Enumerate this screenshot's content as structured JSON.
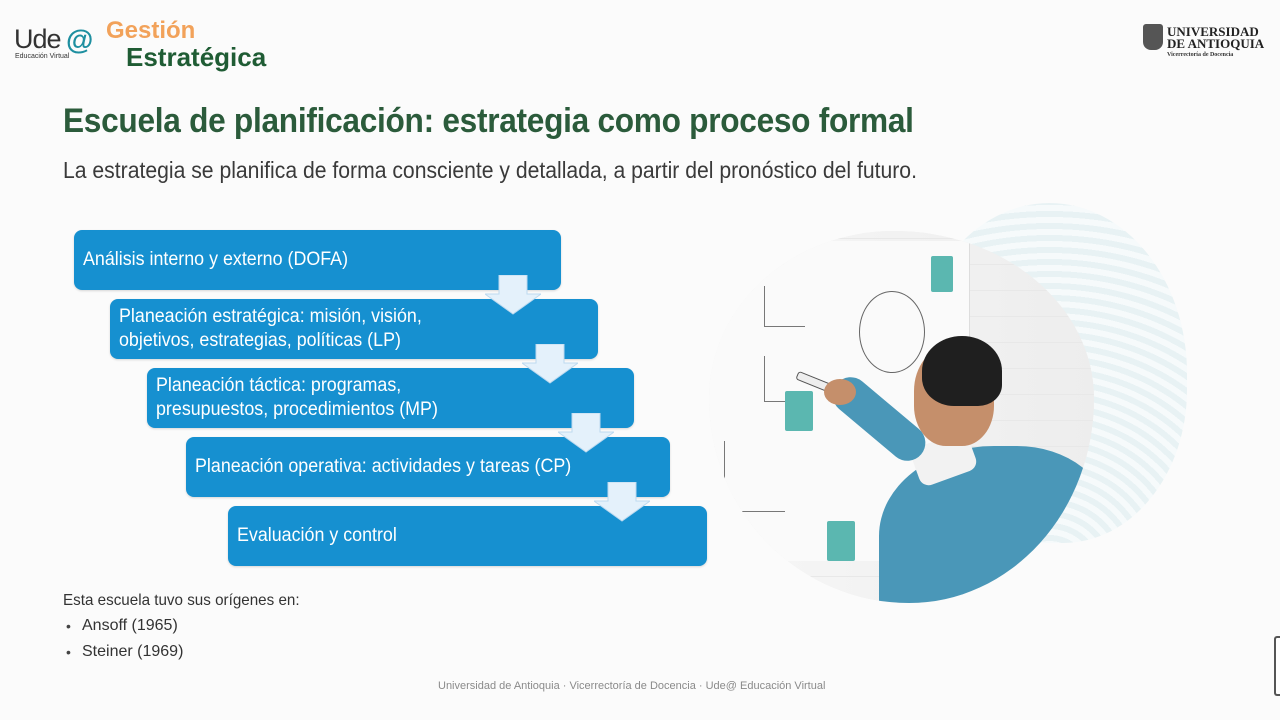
{
  "header": {
    "udea_logo": {
      "main": "Ude",
      "at": "@",
      "tagline": "Educación Virtual"
    },
    "course_logo": {
      "line1": "Gestión",
      "line2": "Estratégica"
    },
    "university_logo": {
      "line1": "UNIVERSIDAD",
      "line2": "DE ANTIOQUIA",
      "line3": "Vicerrectoría de Docencia"
    }
  },
  "slide": {
    "title": "Escuela de planificación: estrategia como proceso formal",
    "subtitle": "La estrategia se planifica de forma consciente y detallada, a partir del pronóstico del futuro.",
    "process_steps": [
      {
        "label": "Análisis interno y externo (DOFA)"
      },
      {
        "label": "Planeación estratégica:  misión, visión, objetivos, estrategias, políticas (LP)"
      },
      {
        "label": "Planeación táctica: programas, presupuestos, procedimientos (MP)"
      },
      {
        "label": "Planeación operativa: actividades y tareas (CP)"
      },
      {
        "label": "Evaluación y control"
      }
    ],
    "colors": {
      "step_fill": "#1690d0",
      "title": "#2b5b3b",
      "arrow_fill": "#e4f1fb"
    },
    "origins": {
      "intro": "Esta escuela tuvo sus orígenes en:",
      "items": [
        "Ansoff (1965)",
        "Steiner (1969)"
      ],
      "bullet": "•"
    },
    "image_alt": "Hombre escribiendo gráficos de planificación en una pizarra"
  },
  "footer": {
    "text": "Universidad de Antioquia · Vicerrectoría de Docencia · Ude@ Educación Virtual"
  }
}
